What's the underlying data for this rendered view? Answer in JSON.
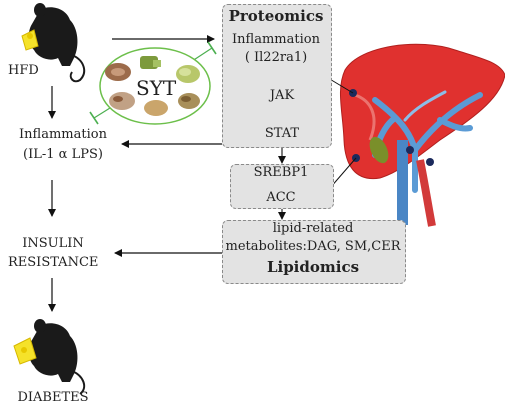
{
  "left_column": {
    "hfd": "HFD",
    "inflammation_title": "Inflammation",
    "inflammation_markers": "(IL-1 α  LPS)",
    "insulin_line1": "INSULIN",
    "insulin_line2": "RESISTANCE",
    "diabetes": "DIABETES"
  },
  "syt_label": "SYT",
  "proteomics": {
    "title": "Proteomics",
    "inflammation": "Inflammation",
    "gene": "( Il22ra1)",
    "jak": "JAK",
    "stat": "STAT"
  },
  "lipogenesis": {
    "srebp1": "SREBP1",
    "acc": "ACC"
  },
  "lipidomics": {
    "line1": "lipid-related",
    "line2": "metabolites:DAG, SM,CER",
    "title": "Lipidomics"
  },
  "colors": {
    "box_fill": "#e3e3e3",
    "syt_ellipse": "#6cbf4a",
    "liver": "#e0312f",
    "vessel_blue": "#5b9bd5",
    "inhibit_green": "#4caf50"
  }
}
